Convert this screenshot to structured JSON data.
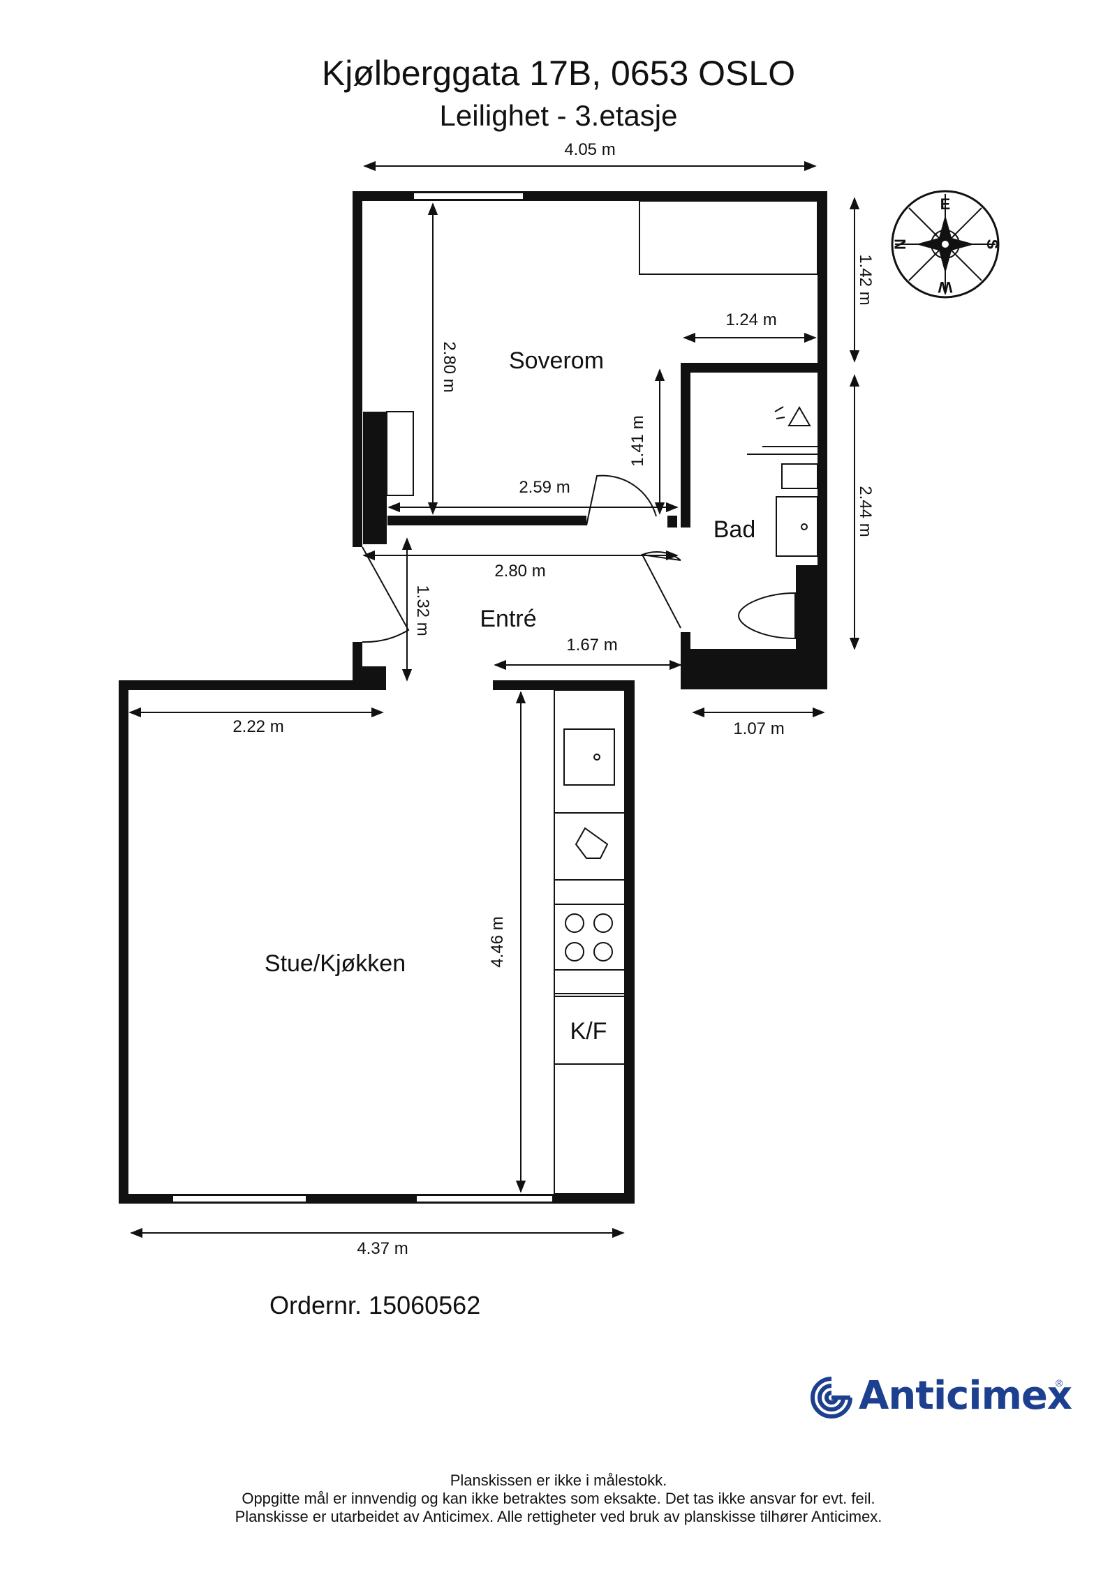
{
  "header": {
    "address": "Kjølberggata 17B, 0653 OSLO",
    "unit": "Leilighet  - 3.etasje"
  },
  "rooms": {
    "soverom": "Soverom",
    "bad": "Bad",
    "entre": "Entré",
    "stue": "Stue/Kjøkken",
    "kf": "K/F"
  },
  "dimensions": {
    "top_width": "4.05 m",
    "right_upper": "1.42 m",
    "closet_width": "1.24 m",
    "bedroom_height": "2.80 m",
    "bedroom_inner": "1.41 m",
    "bedroom_width": "2.59 m",
    "bath_height": "2.44 m",
    "hall_width": "2.80 m",
    "hall_height": "1.32 m",
    "entry_width": "1.67 m",
    "bath_bottom": "1.07 m",
    "living_left": "2.22 m",
    "living_height": "4.46 m",
    "living_width": "4.37 m"
  },
  "compass": {
    "n": "N",
    "e": "E",
    "s": "S",
    "w": "W"
  },
  "order": "Ordernr. 15060562",
  "brand": {
    "name": "Anticimex",
    "reg": "®",
    "color": "#1d3f8f"
  },
  "footer": {
    "line1": "Planskissen er ikke i målestokk.",
    "line2": "Oppgitte mål er innvendig og kan ikke betraktes som eksakte. Det tas ikke ansvar for evt. feil.",
    "line3": "Planskisse er utarbeidet av Anticimex. Alle rettigheter ved bruk av planskisse tilhører Anticimex."
  }
}
